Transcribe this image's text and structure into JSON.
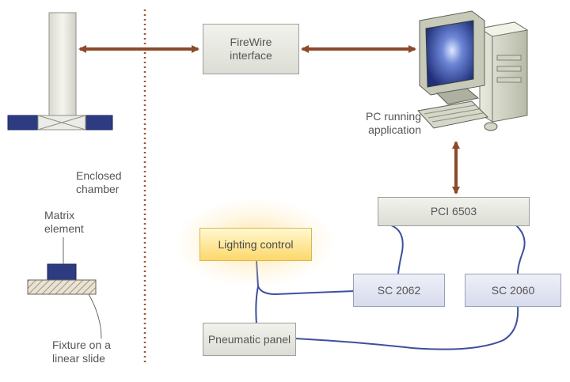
{
  "boxes": {
    "firewire": "FireWire\ninterface",
    "pci": "PCI 6503",
    "lighting": "Lighting control",
    "sc2062": "SC 2062",
    "sc2060": "SC 2060",
    "pneumatic": "Pneumatic panel"
  },
  "labels": {
    "pc": "PC running\napplication",
    "chamber": "Enclosed\nchamber",
    "matrix": "Matrix\nelement",
    "fixture": "Fixture on a\nlinear slide"
  },
  "colors": {
    "arrow": "#8b4a2b",
    "wire": "#3f4f9e",
    "plate": "#2d3c80",
    "dotted_line": "#9c5536"
  },
  "icons": {
    "computer": "desktop-computer-icon",
    "camera": "camera-column-icon",
    "fixture": "matrix-fixture-icon"
  }
}
